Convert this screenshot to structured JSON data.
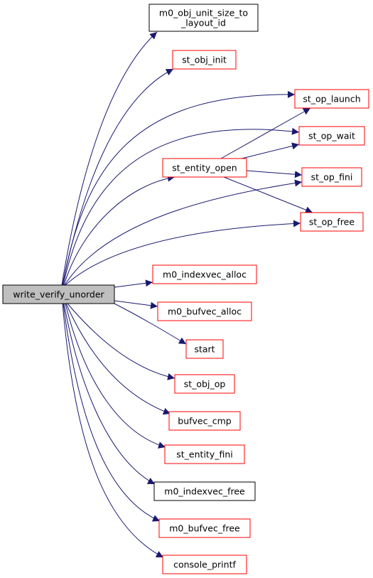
{
  "colors": {
    "edge": "#191970",
    "root_fill": "#bfbfbf",
    "root_border": "#000000",
    "linked_border": "#ff0000",
    "plain_border": "#000000",
    "node_fill": "#ffffff"
  },
  "nodes": [
    {
      "id": "write_verify_unorder",
      "lines": [
        "write_verify_unorder"
      ],
      "style": "root"
    },
    {
      "id": "m0_obj_unit_size_to_layout_id",
      "lines": [
        "m0_obj_unit_size_to",
        "_layout_id"
      ],
      "style": "plain"
    },
    {
      "id": "st_obj_init",
      "lines": [
        "st_obj_init"
      ],
      "style": "linked"
    },
    {
      "id": "st_op_launch",
      "lines": [
        "st_op_launch"
      ],
      "style": "linked"
    },
    {
      "id": "st_op_wait",
      "lines": [
        "st_op_wait"
      ],
      "style": "linked"
    },
    {
      "id": "st_entity_open",
      "lines": [
        "st_entity_open"
      ],
      "style": "linked"
    },
    {
      "id": "st_op_fini",
      "lines": [
        "st_op_fini"
      ],
      "style": "linked"
    },
    {
      "id": "st_op_free",
      "lines": [
        "st_op_free"
      ],
      "style": "linked"
    },
    {
      "id": "m0_indexvec_alloc",
      "lines": [
        "m0_indexvec_alloc"
      ],
      "style": "linked"
    },
    {
      "id": "m0_bufvec_alloc",
      "lines": [
        "m0_bufvec_alloc"
      ],
      "style": "linked"
    },
    {
      "id": "start",
      "lines": [
        "start"
      ],
      "style": "linked"
    },
    {
      "id": "st_obj_op",
      "lines": [
        "st_obj_op"
      ],
      "style": "linked"
    },
    {
      "id": "bufvec_cmp",
      "lines": [
        "bufvec_cmp"
      ],
      "style": "linked"
    },
    {
      "id": "st_entity_fini",
      "lines": [
        "st_entity_fini"
      ],
      "style": "linked"
    },
    {
      "id": "m0_indexvec_free",
      "lines": [
        "m0_indexvec_free"
      ],
      "style": "plain"
    },
    {
      "id": "m0_bufvec_free",
      "lines": [
        "m0_bufvec_free"
      ],
      "style": "linked"
    },
    {
      "id": "console_printf",
      "lines": [
        "console_printf"
      ],
      "style": "linked"
    }
  ],
  "edges": [
    {
      "from": "write_verify_unorder",
      "to": "m0_obj_unit_size_to_layout_id"
    },
    {
      "from": "write_verify_unorder",
      "to": "st_obj_init"
    },
    {
      "from": "write_verify_unorder",
      "to": "st_op_launch"
    },
    {
      "from": "write_verify_unorder",
      "to": "st_op_wait"
    },
    {
      "from": "write_verify_unorder",
      "to": "st_entity_open"
    },
    {
      "from": "write_verify_unorder",
      "to": "st_op_fini"
    },
    {
      "from": "write_verify_unorder",
      "to": "st_op_free"
    },
    {
      "from": "write_verify_unorder",
      "to": "m0_indexvec_alloc"
    },
    {
      "from": "write_verify_unorder",
      "to": "m0_bufvec_alloc"
    },
    {
      "from": "write_verify_unorder",
      "to": "start"
    },
    {
      "from": "write_verify_unorder",
      "to": "st_obj_op"
    },
    {
      "from": "write_verify_unorder",
      "to": "bufvec_cmp"
    },
    {
      "from": "write_verify_unorder",
      "to": "st_entity_fini"
    },
    {
      "from": "write_verify_unorder",
      "to": "m0_indexvec_free"
    },
    {
      "from": "write_verify_unorder",
      "to": "m0_bufvec_free"
    },
    {
      "from": "write_verify_unorder",
      "to": "console_printf"
    },
    {
      "from": "st_entity_open",
      "to": "st_op_launch"
    },
    {
      "from": "st_entity_open",
      "to": "st_op_wait"
    },
    {
      "from": "st_entity_open",
      "to": "st_op_fini"
    },
    {
      "from": "st_entity_open",
      "to": "st_op_free"
    }
  ]
}
